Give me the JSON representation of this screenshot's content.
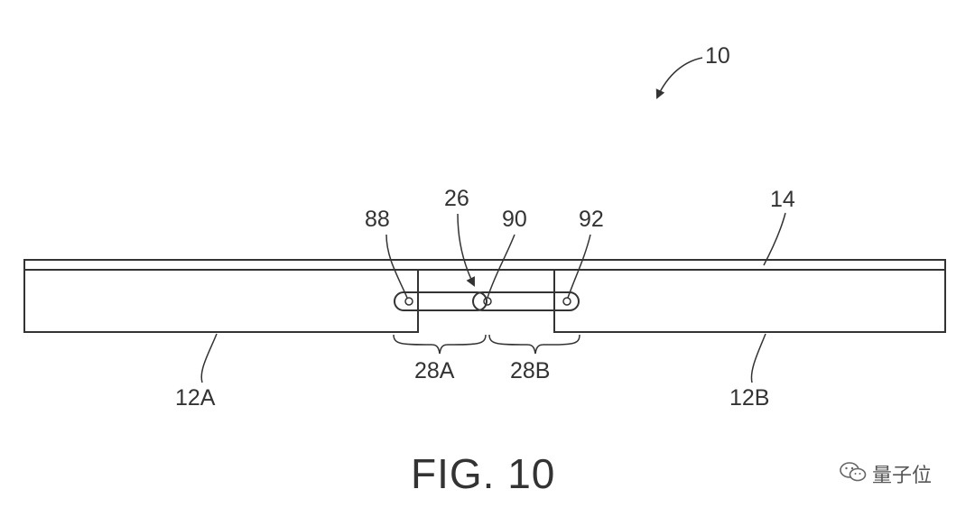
{
  "figure": {
    "caption": "FIG. 10",
    "labels": {
      "ref_10": "10",
      "ref_14": "14",
      "ref_26": "26",
      "ref_88": "88",
      "ref_90": "90",
      "ref_92": "92",
      "ref_12a": "12A",
      "ref_12b": "12B",
      "ref_28a": "28A",
      "ref_28b": "28B"
    }
  },
  "watermark": {
    "text": "量子位",
    "icon": "wechat-icon"
  }
}
